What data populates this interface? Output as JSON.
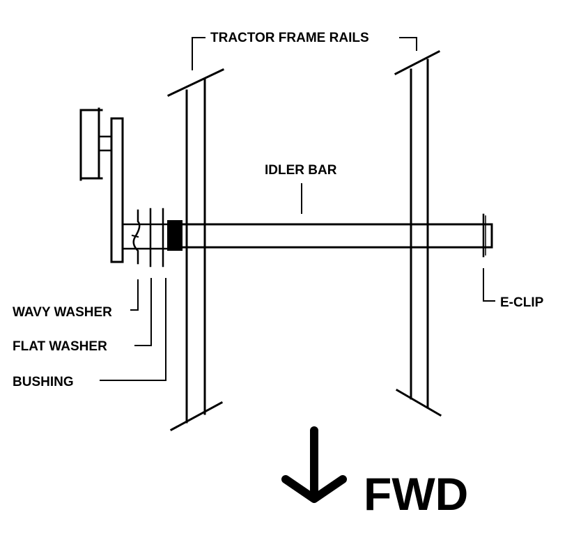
{
  "labels": {
    "frame_rails": "TRACTOR FRAME RAILS",
    "idler_bar": "IDLER BAR",
    "wavy_washer": "WAVY WASHER",
    "flat_washer": "FLAT WASHER",
    "bushing": "BUSHING",
    "e_clip": "E-CLIP",
    "direction": "FWD"
  },
  "colors": {
    "ink": "#000000",
    "background": "#ffffff"
  },
  "icons": {
    "direction_arrow": "arrow-down-icon"
  }
}
